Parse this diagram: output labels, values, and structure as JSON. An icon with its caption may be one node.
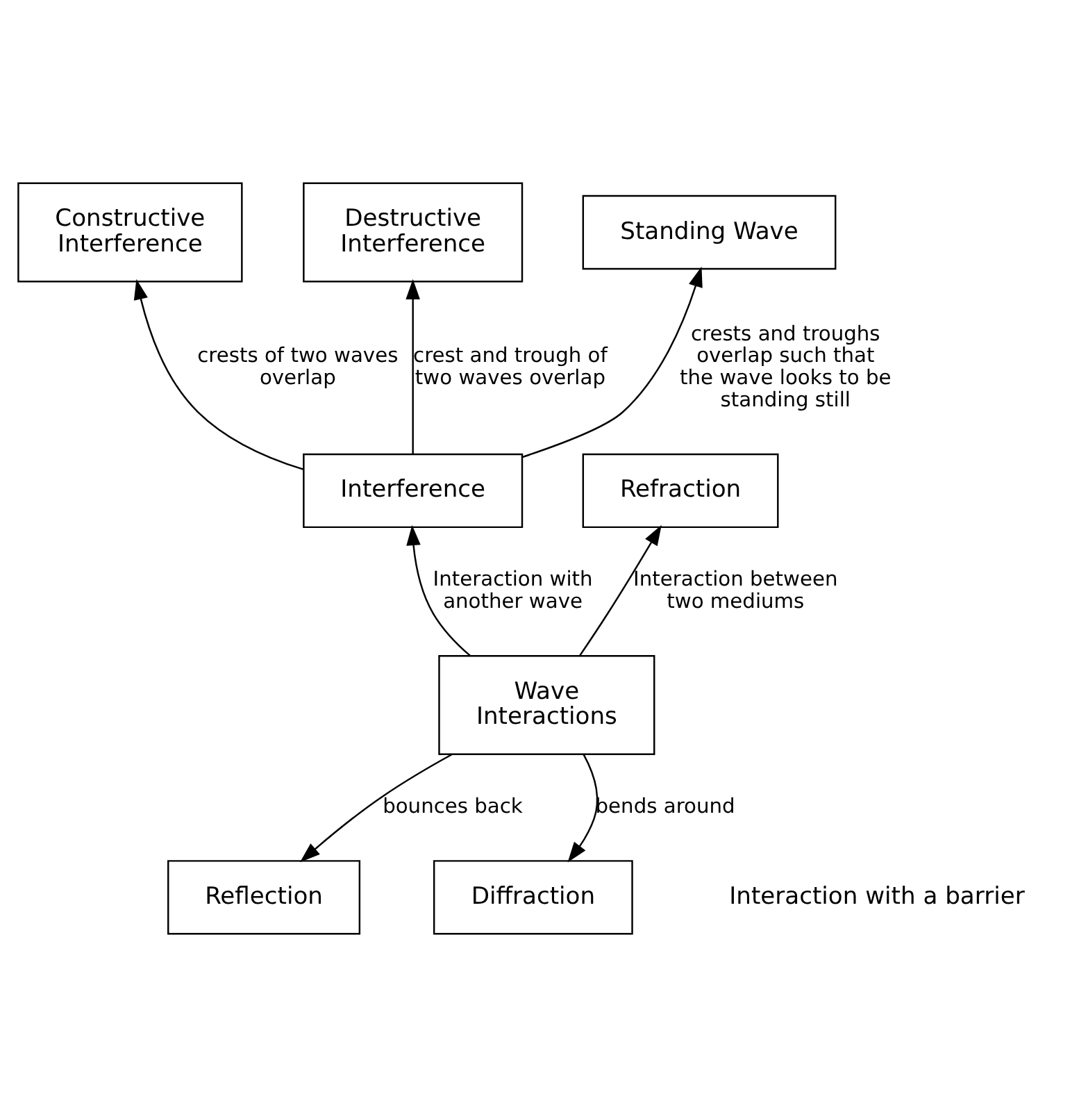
{
  "diagram": {
    "nodes": [
      {
        "text": [
          "Constructive Interference"
        ]
      },
      {
        "text": [
          "Destructive Interference"
        ]
      },
      {
        "text": [
          "Standing Wave"
        ]
      },
      {
        "text": [
          "Interference"
        ]
      },
      {
        "text": [
          "Refraction"
        ]
      },
      {
        "text": [
          "Wave Interactions"
        ]
      },
      {
        "text": [
          "Reflection"
        ]
      },
      {
        "text": [
          "Diffraction"
        ]
      }
    ],
    "edges": [
      {
        "from": 3,
        "to": 0,
        "arrow": "to",
        "label": "crests of two waves overlap"
      },
      {
        "from": 3,
        "to": 1,
        "arrow": "to",
        "label": "crest and trough of two waves overlap"
      },
      {
        "from": 3,
        "to": 2,
        "arrow": "to",
        "label": "crests and troughs overlap such that the wave looks to be standing still"
      },
      {
        "from": 5,
        "to": 4,
        "arrow": "to",
        "label": "Interaction between two mediums"
      },
      {
        "from": 5,
        "to": 3,
        "arrow": "to",
        "label": "Interaction with another wave"
      },
      {
        "from": 5,
        "to": 6,
        "arrow": "to",
        "label": "bounces back"
      },
      {
        "from": 5,
        "to": 7,
        "arrow": "to",
        "label": "bends around"
      }
    ],
    "labels": [
      "Interaction with a barrier"
    ]
  }
}
